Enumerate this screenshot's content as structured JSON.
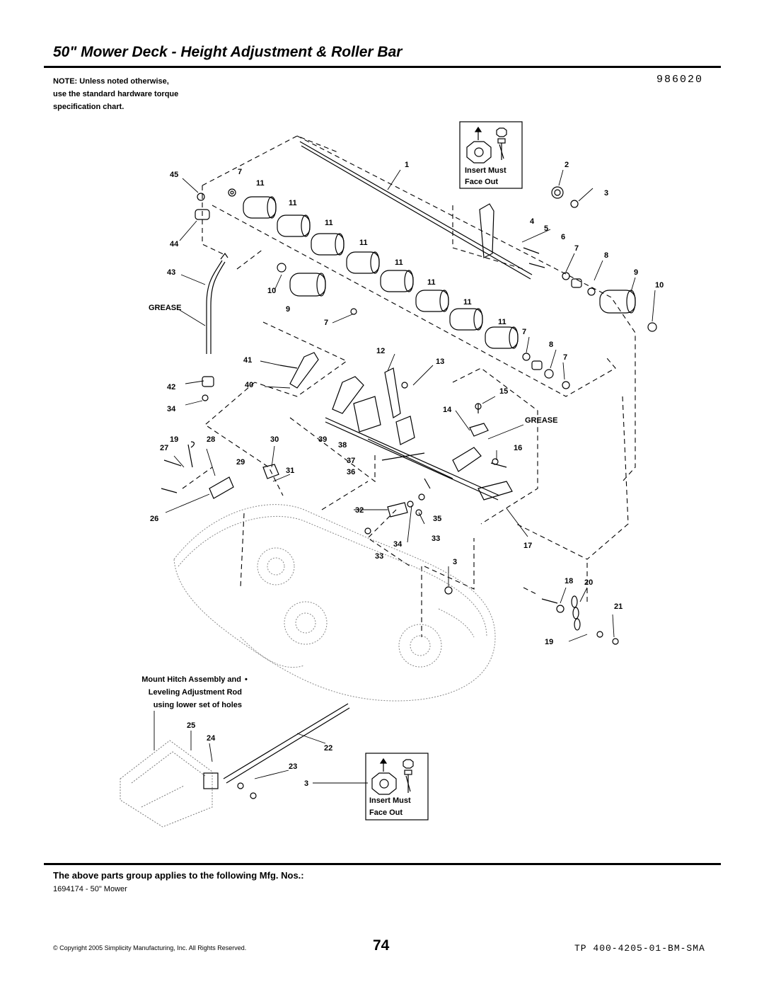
{
  "header": {
    "title": "50\" Mower Deck - Height Adjustment & Roller Bar",
    "figure_number": "986020"
  },
  "note": {
    "line1": "NOTE: Unless noted otherwise,",
    "line2": "use the standard hardware torque",
    "line3": "specification chart."
  },
  "callouts": {
    "insert_line1": "Insert Must",
    "insert_line2": "Face Out",
    "grease": "GREASE",
    "hitch_line1": "Mount Hitch Assembly and",
    "hitch_line2": "Leveling Adjustment Rod",
    "hitch_line3": "using lower set of holes"
  },
  "part_numbers": {
    "n1": "1",
    "n2": "2",
    "n3": "3",
    "n4": "4",
    "n5": "5",
    "n6": "6",
    "n7": "7",
    "n8": "8",
    "n9": "9",
    "n10": "10",
    "n11": "11",
    "n12": "12",
    "n13": "13",
    "n14": "14",
    "n15": "15",
    "n16": "16",
    "n17": "17",
    "n18": "18",
    "n19": "19",
    "n20": "20",
    "n21": "21",
    "n22": "22",
    "n23": "23",
    "n24": "24",
    "n25": "25",
    "n26": "26",
    "n27": "27",
    "n28": "28",
    "n29": "29",
    "n30": "30",
    "n31": "31",
    "n32": "32",
    "n33": "33",
    "n34": "34",
    "n35": "35",
    "n36": "36",
    "n37": "37",
    "n38": "38",
    "n39": "39",
    "n40": "40",
    "n41": "41",
    "n42": "42",
    "n43": "43",
    "n44": "44",
    "n45": "45"
  },
  "footer": {
    "applies": "The above parts group applies to the following Mfg. Nos.:",
    "mfg": "1694174 - 50\" Mower",
    "copyright": "© Copyright 2005 Simplicity Manufacturing, Inc. All Rights Reserved.",
    "page_number": "74",
    "doc_number": "TP 400-4205-01-BM-SMA"
  }
}
